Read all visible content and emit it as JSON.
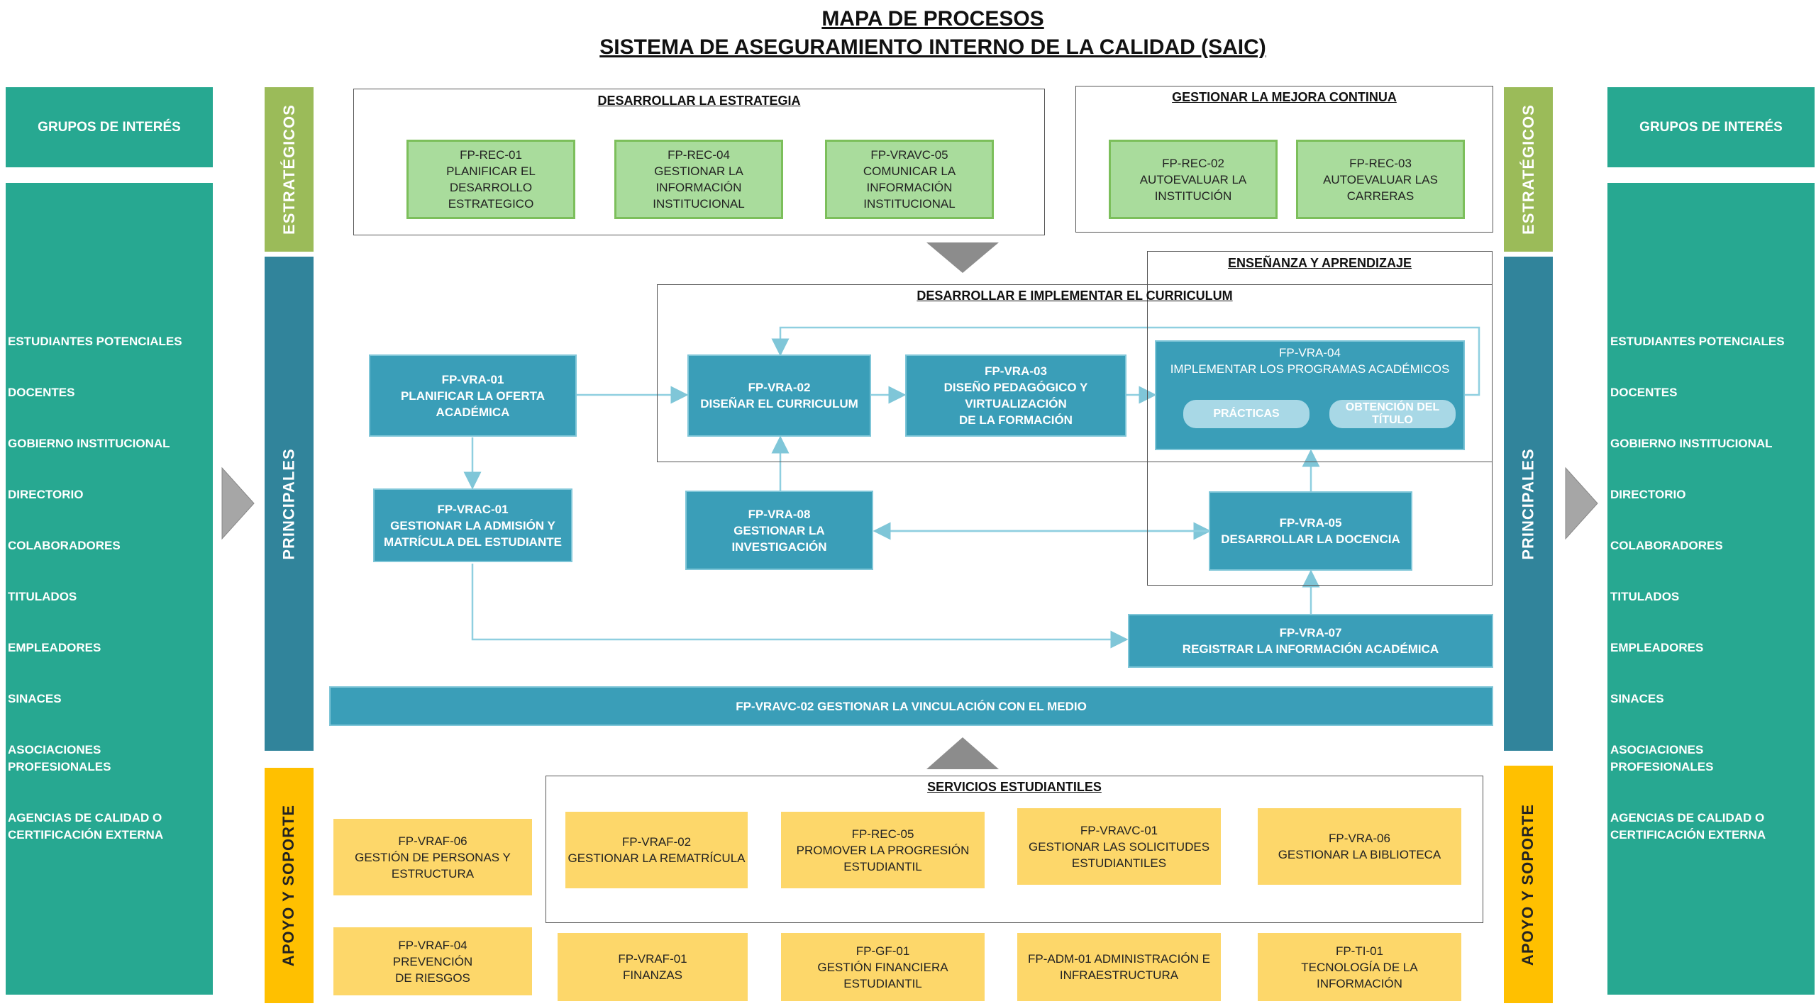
{
  "title": {
    "line1": "MAPA DE PROCESOS",
    "line2": "SISTEMA DE ASEGURAMIENTO INTERNO DE LA CALIDAD (SAIC)"
  },
  "left_panel": {
    "header": "GRUPOS DE INTERÉS",
    "items": [
      "ESTUDIANTES POTENCIALES",
      "DOCENTES",
      "GOBIERNO INSTITUCIONAL",
      "DIRECTORIO",
      "COLABORADORES",
      "TITULADOS",
      "EMPLEADORES",
      "SINACES",
      "ASOCIACIONES\nPROFESIONALES",
      "AGENCIAS DE CALIDAD O\nCERTIFICACIÓN EXTERNA"
    ]
  },
  "right_panel": {
    "header": "GRUPOS DE INTERÉS",
    "items": [
      "ESTUDIANTES POTENCIALES",
      "DOCENTES",
      "GOBIERNO INSTITUCIONAL",
      "DIRECTORIO",
      "COLABORADORES",
      "TITULADOS",
      "EMPLEADORES",
      "SINACES",
      "ASOCIACIONES\nPROFESIONALES",
      "AGENCIAS DE CALIDAD O\nCERTIFICACIÓN EXTERNA"
    ]
  },
  "bands": {
    "estrategicos": "ESTRATÉGICOS",
    "principales": "PRINCIPALES",
    "apoyo": "APOYO Y SOPORTE"
  },
  "colors": {
    "stakeholder": "#27a891",
    "estrategicos": "#9bbb59",
    "principales": "#31849b",
    "apoyo": "#ffc000",
    "strategic_box": "#a9dc9c",
    "main_box": "#3a9eb8",
    "support_box": "#fdd76a"
  },
  "strategy": {
    "title": "DESARROLLAR LA ESTRATEGIA",
    "boxes": [
      "FP-REC-01\nPLANIFICAR EL\nDESARROLLO ESTRATEGICO",
      "FP-REC-04\nGESTIONAR LA\nINFORMACIÓN\nINSTITUCIONAL",
      "FP-VRAVC-05\nCOMUNICAR LA\nINFORMACIÓN\nINSTITUCIONAL"
    ]
  },
  "improvement": {
    "title": "GESTIONAR LA MEJORA CONTINUA",
    "boxes": [
      "FP-REC-02\nAUTOEVALUAR LA\nINSTITUCIÓN",
      "FP-REC-03\nAUTOEVALUAR LAS\nCARRERAS"
    ]
  },
  "teaching_title": "ENSEÑANZA Y APRENDIZAJE",
  "curriculum_title": "DESARROLLAR  E IMPLEMENTAR EL CURRICULUM",
  "main": {
    "vra01": "FP-VRA-01\nPLANIFICAR LA OFERTA\nACADÉMICA",
    "vra02": "FP-VRA-02\nDISEÑAR EL CURRICULUM",
    "vra03": "FP-VRA-03\nDISEÑO PEDAGÓGICO Y\nVIRTUALIZACIÓN\nDE LA FORMACIÓN",
    "vra04": "FP-VRA-04\nIMPLEMENTAR LOS PROGRAMAS ACADÉMICOS",
    "practicas": "PRÁCTICAS",
    "obtencion": "OBTENCIÓN DEL\nTÍTULO",
    "vrac01": "FP-VRAC-01\nGESTIONAR LA ADMISIÓN Y\nMATRÍCULA DEL ESTUDIANTE",
    "vra08": "FP-VRA-08\nGESTIONAR LA\nINVESTIGACIÓN",
    "vra05": "FP-VRA-05\nDESARROLLAR LA DOCENCIA",
    "vra07": "FP-VRA-07\nREGISTRAR LA INFORMACIÓN ACADÉMICA",
    "vravc02": "FP-VRAVC-02 GESTIONAR LA VINCULACIÓN CON EL MEDIO"
  },
  "services_title": "SERVICIOS ESTUDIANTILES",
  "support": {
    "vraf06": "FP-VRAF-06\nGESTIÓN DE PERSONAS Y\nESTRUCTURA",
    "vraf02": "FP-VRAF-02\nGESTIONAR LA REMATRÍCULA",
    "rec05": "FP-REC-05\nPROMOVER LA PROGRESIÓN\nESTUDIANTIL",
    "vravc01": "FP-VRAVC-01\nGESTIONAR LAS SOLICITUDES\nESTUDIANTILES",
    "vra06": "FP-VRA-06\nGESTIONAR LA BIBLIOTECA",
    "vraf04": "FP-VRAF-04\nPREVENCIÓN\nDE RIESGOS",
    "vraf01": "FP-VRAF-01\nFINANZAS",
    "gf01": "FP-GF-01\nGESTIÓN FINANCIERA\nESTUDIANTIL",
    "adm01": "FP-ADM-01 ADMINISTRACIÓN E\nINFRAESTRUCTURA",
    "ti01": "FP-TI-01\nTECNOLOGÍA DE LA\nINFORMACIÓN"
  }
}
